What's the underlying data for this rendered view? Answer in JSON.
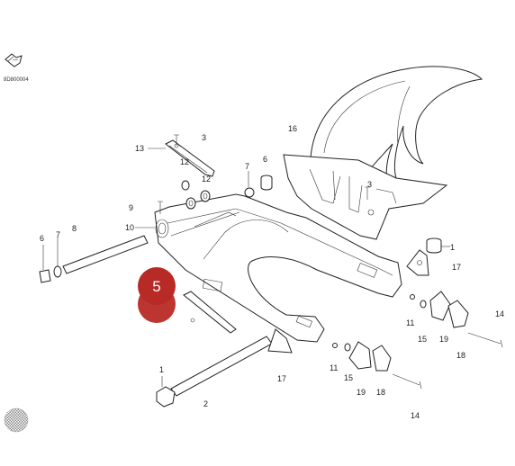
{
  "diagram": {
    "code": "8D800004",
    "hotspot": {
      "label": "5",
      "color": "#b82a26"
    },
    "callouts": [
      {
        "id": "c1a",
        "label": "1"
      },
      {
        "id": "c1b",
        "label": "1"
      },
      {
        "id": "c2",
        "label": "2"
      },
      {
        "id": "c3a",
        "label": "3"
      },
      {
        "id": "c3b",
        "label": "3"
      },
      {
        "id": "c6a",
        "label": "6"
      },
      {
        "id": "c6b",
        "label": "6"
      },
      {
        "id": "c7a",
        "label": "7"
      },
      {
        "id": "c7b",
        "label": "7"
      },
      {
        "id": "c8",
        "label": "8"
      },
      {
        "id": "c9",
        "label": "9"
      },
      {
        "id": "c10",
        "label": "10"
      },
      {
        "id": "c11a",
        "label": "11"
      },
      {
        "id": "c11b",
        "label": "11"
      },
      {
        "id": "c12a",
        "label": "12"
      },
      {
        "id": "c12b",
        "label": "12"
      },
      {
        "id": "c13",
        "label": "13"
      },
      {
        "id": "c14a",
        "label": "14"
      },
      {
        "id": "c14b",
        "label": "14"
      },
      {
        "id": "c15a",
        "label": "15"
      },
      {
        "id": "c15b",
        "label": "15"
      },
      {
        "id": "c16",
        "label": "16"
      },
      {
        "id": "c17a",
        "label": "17"
      },
      {
        "id": "c17b",
        "label": "17"
      },
      {
        "id": "c18a",
        "label": "18"
      },
      {
        "id": "c18b",
        "label": "18"
      },
      {
        "id": "c19a",
        "label": "19"
      },
      {
        "id": "c19b",
        "label": "19"
      }
    ]
  }
}
